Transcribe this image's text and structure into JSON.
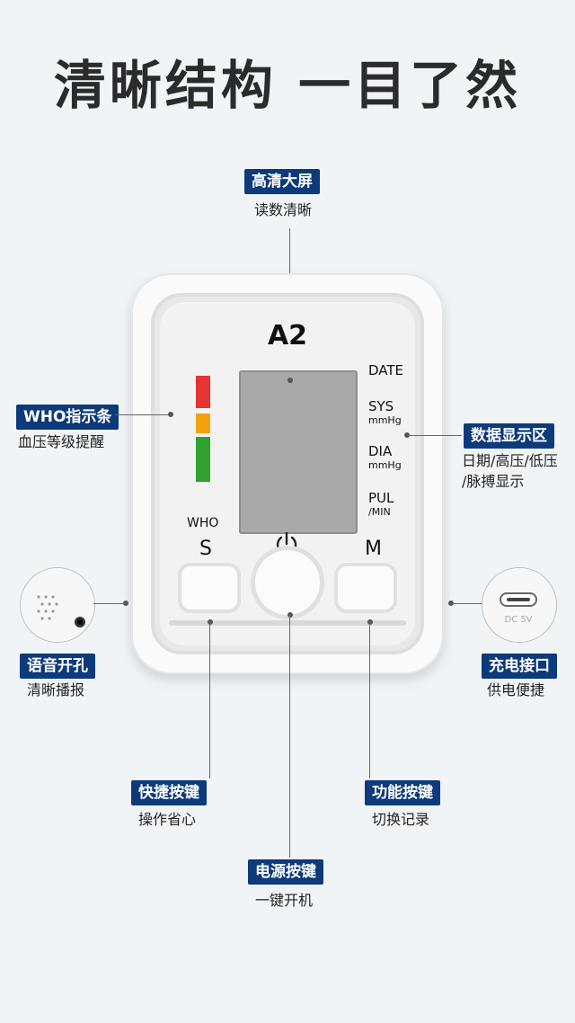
{
  "title": "清晰结构 一目了然",
  "device": {
    "brand": "A2",
    "who_label": "WHO",
    "right_labels": [
      {
        "main": "DATE",
        "unit": ""
      },
      {
        "main": "SYS",
        "unit": "mmHg"
      },
      {
        "main": "DIA",
        "unit": "mmHg"
      },
      {
        "main": "PUL",
        "unit": "/MIN"
      }
    ],
    "button_s": "S",
    "button_m": "M",
    "who_colors": [
      "#e63333",
      "#f2a20c",
      "#2ea12e"
    ],
    "port_label": "DC 5V"
  },
  "callouts": {
    "screen": {
      "tag": "高清大屏",
      "desc": "读数清晰"
    },
    "who": {
      "tag": "WHO指示条",
      "desc": "血压等级提醒"
    },
    "display": {
      "tag": "数据显示区",
      "desc1": "日期/高压/低压",
      "desc2": "/脉搏显示"
    },
    "voice": {
      "tag": "语音开孔",
      "desc": "清晰播报"
    },
    "charge": {
      "tag": "充电接口",
      "desc": "供电便捷"
    },
    "quick": {
      "tag": "快捷按键",
      "desc": "操作省心"
    },
    "func": {
      "tag": "功能按键",
      "desc": "切换记录"
    },
    "power": {
      "tag": "电源按键",
      "desc": "一键开机"
    }
  },
  "colors": {
    "tag_bg": "#0d3a7a",
    "background": "#f1f4f7"
  }
}
